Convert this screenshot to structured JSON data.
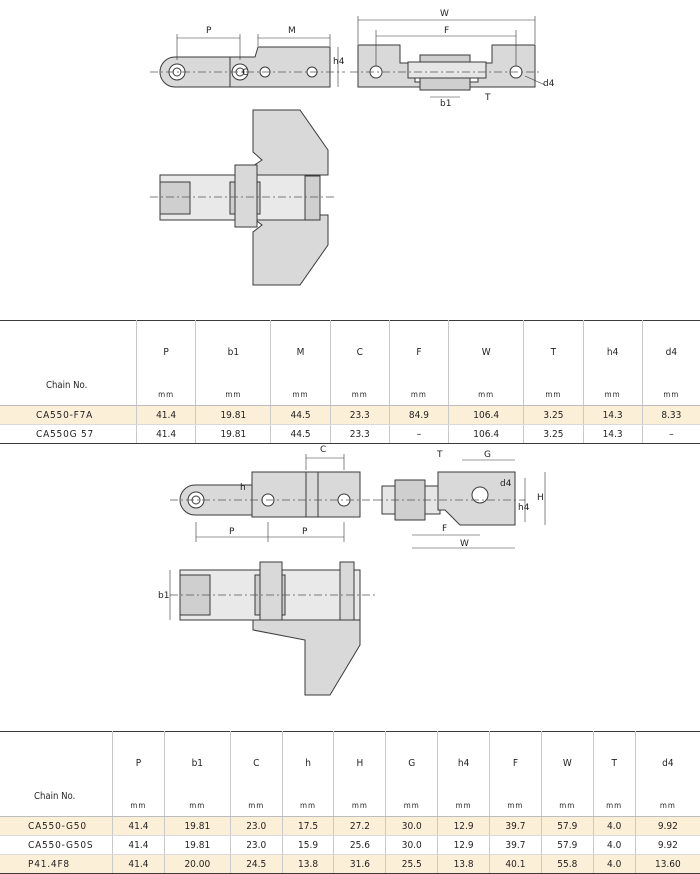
{
  "drawing1": {
    "labels": {
      "P": "P",
      "M": "M",
      "C": "C",
      "h4": "h4",
      "W": "W",
      "F": "F",
      "d4": "d4",
      "b1": "b1",
      "T": "T"
    }
  },
  "drawing2": {
    "labels": {
      "C": "C",
      "h": "h",
      "P1": "P",
      "P2": "P",
      "T": "T",
      "G": "G",
      "d4": "d4",
      "h4": "h4",
      "H": "H",
      "F": "F",
      "W": "W",
      "b1": "b1"
    }
  },
  "table1": {
    "chain_no_label": "Chain No.",
    "columns": [
      "P",
      "b1",
      "M",
      "C",
      "F",
      "W",
      "T",
      "h4",
      "d4"
    ],
    "units": [
      "mm",
      "mm",
      "mm",
      "mm",
      "mm",
      "mm",
      "mm",
      "mm",
      "mm"
    ],
    "rows": [
      {
        "name": "CA550-F7A",
        "values": [
          "41.4",
          "19.81",
          "44.5",
          "23.3",
          "84.9",
          "106.4",
          "3.25",
          "14.3",
          "8.33"
        ]
      },
      {
        "name": "CA550G 57",
        "values": [
          "41.4",
          "19.81",
          "44.5",
          "23.3",
          "–",
          "106.4",
          "3.25",
          "14.3",
          "–"
        ]
      }
    ]
  },
  "table2": {
    "chain_no_label": "Chain No.",
    "columns": [
      "P",
      "b1",
      "C",
      "h",
      "H",
      "G",
      "h4",
      "F",
      "W",
      "T",
      "d4"
    ],
    "units": [
      "mm",
      "mm",
      "mm",
      "mm",
      "mm",
      "mm",
      "mm",
      "mm",
      "mm",
      "mm",
      "mm"
    ],
    "rows": [
      {
        "name": "CA550-G50",
        "values": [
          "41.4",
          "19.81",
          "23.0",
          "17.5",
          "27.2",
          "30.0",
          "12.9",
          "39.7",
          "57.9",
          "4.0",
          "9.92"
        ]
      },
      {
        "name": "CA550-G50S",
        "values": [
          "41.4",
          "19.81",
          "23.0",
          "15.9",
          "25.6",
          "30.0",
          "12.9",
          "39.7",
          "57.9",
          "4.0",
          "9.92"
        ]
      },
      {
        "name": "P41.4F8",
        "values": [
          "41.4",
          "20.00",
          "24.5",
          "13.8",
          "31.6",
          "25.5",
          "13.8",
          "40.1",
          "55.8",
          "4.0",
          "13.60"
        ]
      }
    ]
  }
}
